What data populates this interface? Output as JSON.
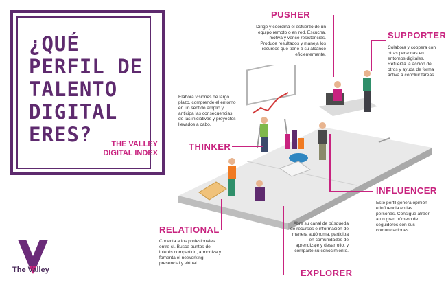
{
  "title": "¿QUÉ\nPERFIL DE\nTALENTO\nDIGITAL\nERES?",
  "subtitle": "THE VALLEY\nDIGITAL INDEX",
  "brand": "The Valley",
  "colors": {
    "accent": "#c8237f",
    "purple": "#5e2a6e",
    "board": "#e6e6e6"
  },
  "profiles": {
    "pusher": {
      "name": "PUSHER",
      "text": "Dirige y coordina el esfuerzo de un equipo remoto o en red. Escucha, motiva y vence resistencias. Produce resultados y maneja los recursos que tiene a su alcance eficientemente."
    },
    "supporter": {
      "name": "SUPPORTER",
      "text": "Colabora y coopera con otras personas en entornos digitales. Refuerza la acción de otros y ayuda de forma activa a concluir tareas."
    },
    "thinker": {
      "name": "THINKER",
      "text": "Elabora visiones de largo plazo, comprende el entorno en un sentido amplio y anticipa las consecuencias de las iniciativas y proyectos llevados a cabo."
    },
    "influencer": {
      "name": "INFLUENCER",
      "text": "Este perfil genera opinión e influencia en las personas. Consigue atraer a un gran número de seguidores con sus comunicaciones."
    },
    "relational": {
      "name": "RELATIONAL",
      "text": "Conecta a los profesionales entre sí. Busca puntos de interés compartido, armoniza y fomenta el networking presencial y virtual."
    },
    "explorer": {
      "name": "EXPLORER",
      "text": "Abre su canal de búsqueda de recursos e información de manera autónoma, participa en comunidades de aprendizaje y desarrollo, y comparte su conocimiento."
    }
  }
}
